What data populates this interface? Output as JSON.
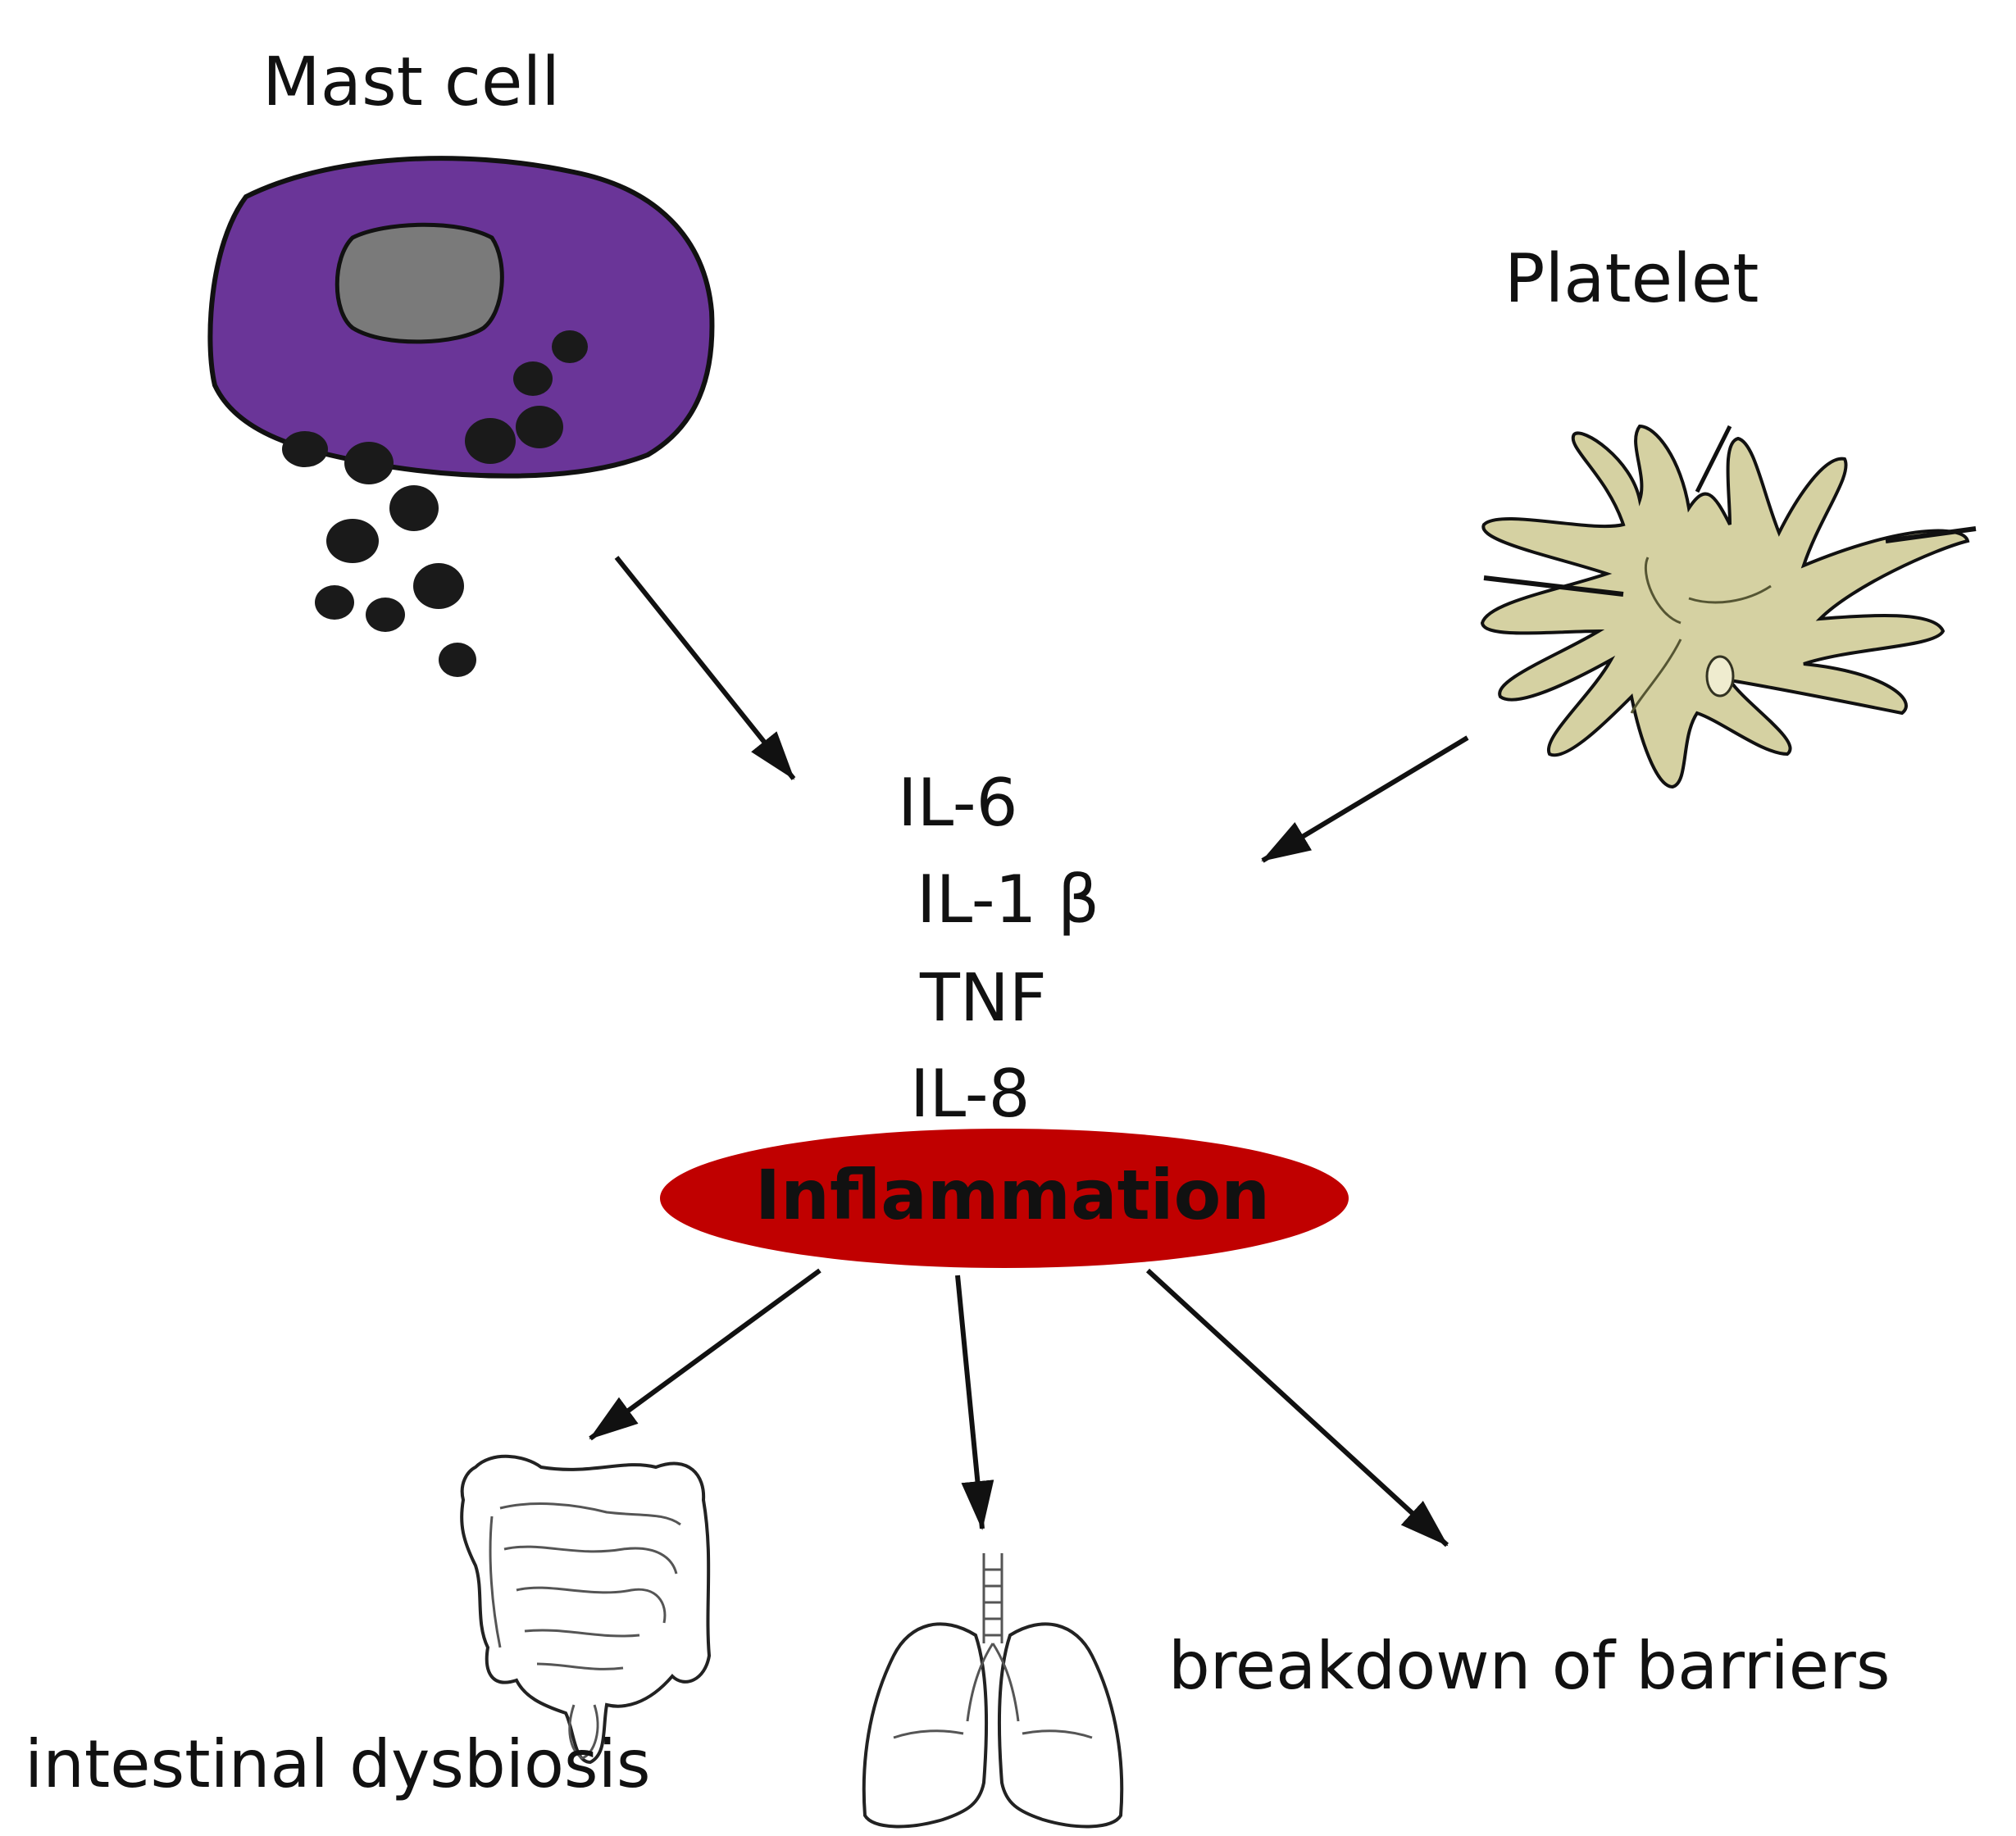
{
  "labels": {
    "mast_cell": "Mast cell",
    "platelet": "Platelet",
    "inflammation": "Inflammation",
    "intestinal_dysbiosis": "intestinal dysbiosis",
    "breakdown_of_barriers": "breakdown of barriers"
  },
  "cytokines": [
    "IL-6",
    "IL-1 β",
    "TNF",
    "IL-8"
  ],
  "colors": {
    "mast_cell_fill": "#6a3598",
    "nucleus_fill": "#7a7a7a",
    "granule_fill": "#1a1a1a",
    "platelet_fill": "#d5d1a2",
    "inflammation_fill": "#c00000"
  },
  "icons": {
    "mast_cell": "mast-cell-icon",
    "platelet": "platelet-icon",
    "intestine": "intestine-icon",
    "lungs": "lungs-icon"
  }
}
